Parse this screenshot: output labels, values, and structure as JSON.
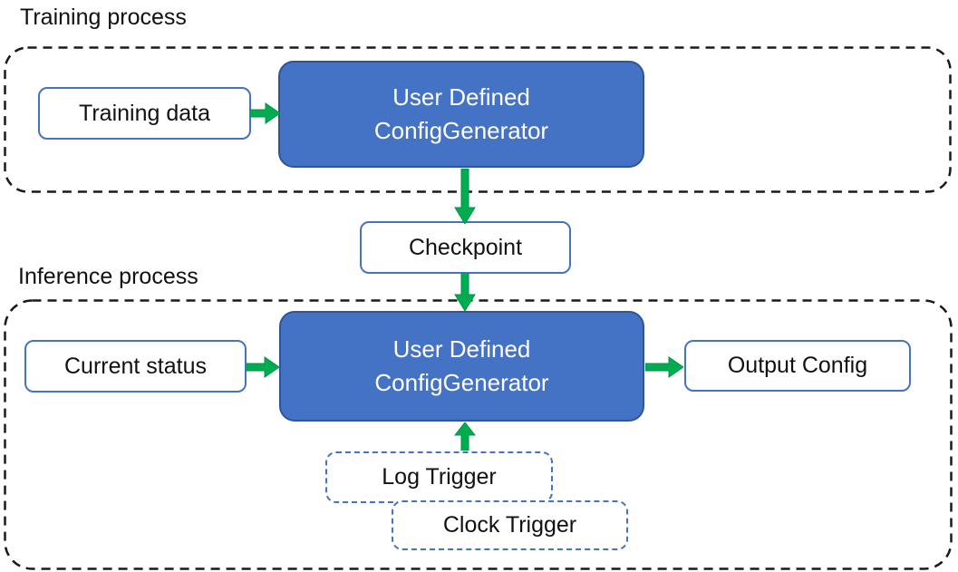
{
  "colors": {
    "generator_fill": "#4472C4",
    "generator_border": "#2F5597",
    "io_box_border": "#4472C4",
    "trigger_border": "#4472C4",
    "arrow_green": "#00AC50",
    "container_dash": "#1a1a1a",
    "text_dark": "#111111",
    "text_light": "#ffffff"
  },
  "training": {
    "section_label": "Training process",
    "input_label": "Training data",
    "generator_line1": "User Defined",
    "generator_line2": "ConfigGenerator"
  },
  "checkpoint_label": "Checkpoint",
  "inference": {
    "section_label": "Inference process",
    "input_label": "Current status",
    "generator_line1": "User Defined",
    "generator_line2": "ConfigGenerator",
    "output_label": "Output Config",
    "trigger_labels": [
      "Log Trigger",
      "Clock Trigger"
    ]
  }
}
